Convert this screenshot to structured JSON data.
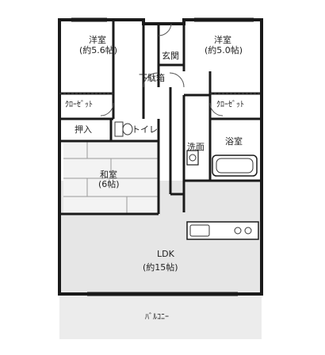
{
  "rooms": {
    "western1": {
      "name": "洋室",
      "size": "(約5.6帖)"
    },
    "western2": {
      "name": "洋室",
      "size": "(約5.0帖)"
    },
    "entrance": "玄関",
    "shoe_storage": "下駄箱",
    "closet_left": "ｸﾛｰｾﾞｯﾄ",
    "closet_right": "ｸﾛｰｾﾞｯﾄ",
    "oshiire": "押入",
    "toilet": "トイレ",
    "washroom": "洗面",
    "bathroom": "浴室",
    "japanese": {
      "name": "和室",
      "size": "(6帖)"
    },
    "ldk": {
      "name": "LDK",
      "size": "(約15帖)"
    },
    "balcony": "ﾊﾞﾙｺﾆｰ"
  },
  "colors": {
    "wall": "#1a1a1a",
    "floor_white": "#ffffff",
    "floor_gray": "#e8e8e8",
    "tatami": "#f0f0f0"
  }
}
